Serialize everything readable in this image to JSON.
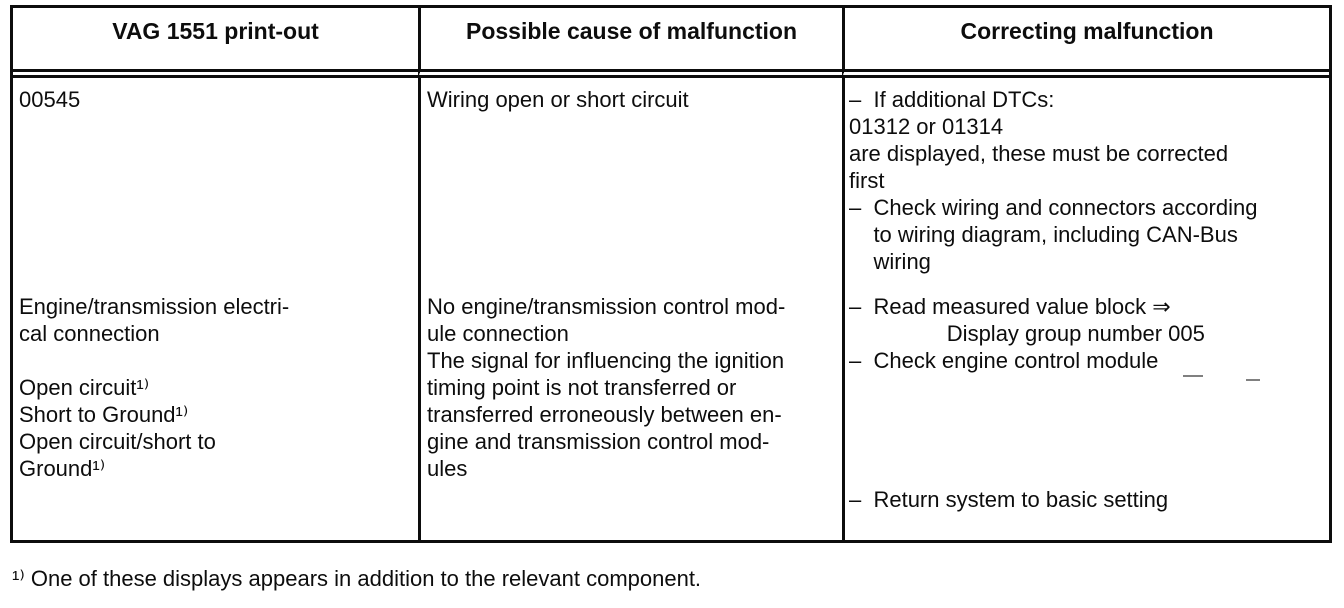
{
  "table": {
    "headers": [
      "VAG 1551 print-out",
      "Possible cause of malfunction",
      "Correcting malfunction"
    ],
    "body": {
      "printout": {
        "row1": [
          "00545"
        ],
        "row2": [
          "Engine/transmission electri-",
          "cal connection",
          "",
          "Open circuit¹⁾",
          "Short to Ground¹⁾",
          "Open circuit/short to",
          "Ground¹⁾"
        ]
      },
      "cause": {
        "row1": [
          "Wiring open or short circuit"
        ],
        "row2": [
          "No engine/transmission control mod-",
          "ule connection",
          "The signal for influencing the ignition",
          "timing point is not transferred or",
          "transferred erroneously between en-",
          "gine and transmission control mod-",
          "ules"
        ]
      },
      "correction": {
        "row1": [
          "–  If additional DTCs:",
          "01312 or 01314",
          "are displayed, these must be corrected",
          "first",
          "–  Check wiring and connectors according",
          "    to wiring diagram, including CAN-Bus",
          "    wiring"
        ],
        "row2": [
          "–  Read measured value block ⇒",
          "                Display group number 005",
          "–  Check engine control module"
        ],
        "row2b": [
          "–  Return system to basic setting"
        ]
      }
    }
  },
  "footnote": "¹⁾ One of these displays appears in addition to the relevant component."
}
